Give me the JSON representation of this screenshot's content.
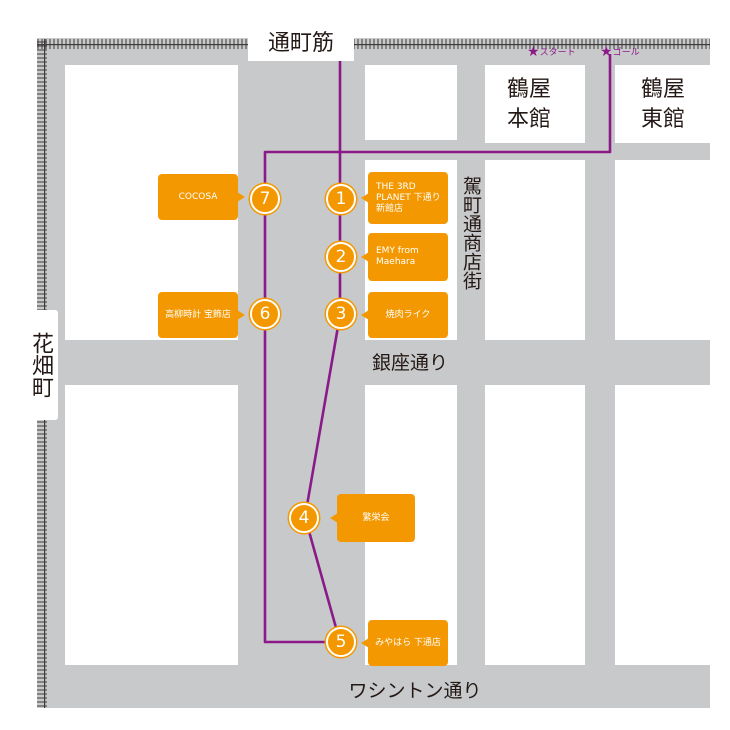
{
  "streets": {
    "top": "通町筋",
    "middle": "銀座通り",
    "bottom": "ワシントン通り",
    "left": "花畑町",
    "shotengai": "駕町通商店街"
  },
  "buildings": {
    "tsuruya_honkan": "鶴屋本館",
    "tsuruya_higashikan": "鶴屋東館"
  },
  "route": {
    "start": "スタート",
    "goal": "ゴール",
    "color": "#8b1a89"
  },
  "colors": {
    "road": "#c8c9ca",
    "block": "#ffffff",
    "shop": "#f39800",
    "rail": "#3e3a39"
  },
  "stops": [
    {
      "num": "1",
      "name": "THE 3RD PLANET 下通り新館店"
    },
    {
      "num": "2",
      "name": "EMY from Maehara"
    },
    {
      "num": "3",
      "name": "焼肉ライク"
    },
    {
      "num": "4",
      "name": "繁栄会"
    },
    {
      "num": "5",
      "name": "みやはら 下通店"
    },
    {
      "num": "6",
      "name": "高柳時計 宝飾店"
    },
    {
      "num": "7",
      "name": "COCOSA"
    }
  ]
}
